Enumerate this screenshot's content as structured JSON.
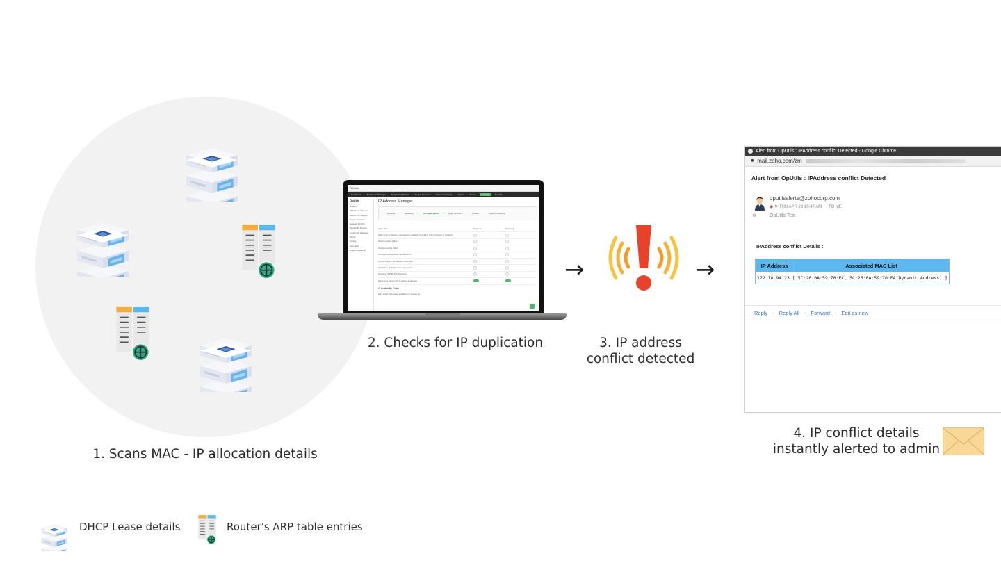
{
  "steps": {
    "step1": "1. Scans MAC - IP allocation details",
    "step2": "2. Checks for IP duplication",
    "step3_line1": "3. IP address",
    "step3_line2": "conflict detected",
    "step4_line1": "4. IP conflict details",
    "step4_line2": "instantly alerted to admin"
  },
  "arrows": [
    "→",
    "→"
  ],
  "legend": {
    "dhcp": "DHCP Lease details",
    "router": "Router's ARP table entries"
  },
  "app_screen": {
    "logo": "OpUtils",
    "nav": [
      "Dashboard",
      "IP Address Manager",
      "Switch Port Mapper",
      "Rogue Detection",
      "Networking Tools",
      "Alarms",
      "Toolset",
      "Settings",
      "Reports"
    ],
    "active_nav": "Settings",
    "sidebar_title": "OpUtils",
    "sidebar": [
      "Routers",
      "IP Address Manager",
      "Switch Port Mapper",
      "Rogue Detection",
      "Network Monitor",
      "Bandwidth Monitor",
      "Config File Manager",
      "DHCP",
      "Tooling",
      "Scheduler",
      "Email Notification"
    ],
    "title": "IP Address Manager",
    "tabs": [
      "General",
      "Scheduler",
      "Configure alerts",
      "Clean up Policy",
      "Publish",
      "Custom Columns"
    ],
    "active_tab": "Configure alerts",
    "col_left": "Notify when :",
    "col_mid": "Via Email",
    "col_right": "Via Syslog",
    "rows": [
      "Status of an IP Address is changed from 'Available' to 'Used' or 'From' 'Transient' to 'Available'",
      "Reserve existing Failure",
      "Transient existing Failure",
      "Previously existing device has different IP",
      "IP/ DNS failure of the Network in time Value",
      "IP Utilization of the Network is greater than",
      "IP Change of DNS, IP is detected in",
      "Show notice subnet of an IP address is changed"
    ],
    "section": "IP Availability Policy",
    "footer": "Mark the IP Address as Available, if it is down for"
  },
  "email": {
    "window_title": "Alert from OpUtils : IPAddress conflict Detected - Google Chrome",
    "url": "mail.zoho.com/zm",
    "subject": "Alert from OpUtils : IPAddress conflict Detected",
    "from": "oputilsalerts@zohocorp.com",
    "meta_date": "THU APR 29 10:47 AM",
    "meta_to": "TO ME",
    "to_name": "OpUtils Test",
    "body_title": "IPAddress conflict Details :",
    "table_headers": [
      "IP Address",
      "Associated MAC List"
    ],
    "table_row": [
      "172.18.94.23",
      "[ 5C:26:0A:59:70:FC, 5C:26:0A:59:70:FA(Dynamic Address) ]"
    ],
    "actions": [
      "Reply",
      "Reply All",
      "Forward",
      "Edit as new"
    ]
  },
  "colors": {
    "alert_red": "#e8432a",
    "wave_orange": "#f39a2b",
    "wave_yellow": "#f6c343",
    "server_blue": "#6bb3ea",
    "router_green": "#2fa884",
    "envelope": "#f8d898",
    "table_header": "#5eb8f0"
  }
}
